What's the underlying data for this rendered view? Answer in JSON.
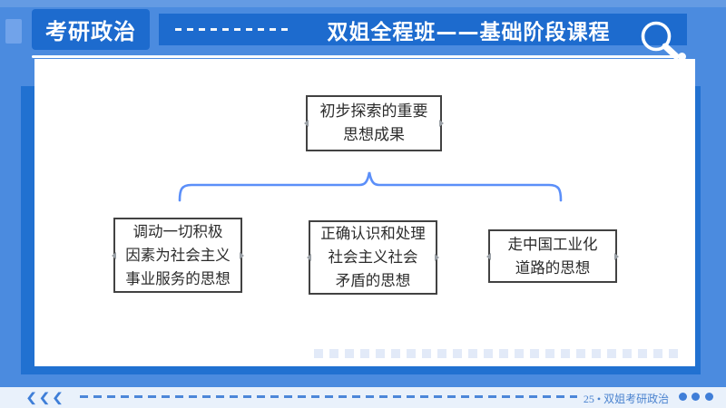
{
  "header": {
    "badge": "考研政治",
    "course_title": "双姐全程班——基础阶段课程"
  },
  "diagram": {
    "root": {
      "lines": [
        "初步探索的重要",
        "思想成果"
      ]
    },
    "children": [
      {
        "lines": [
          "调动一切积极",
          "因素为社会主义",
          "事业服务的思想"
        ]
      },
      {
        "lines": [
          "正确认识和处理",
          "社会主义社会",
          "矛盾的思想"
        ]
      },
      {
        "lines": [
          "走中国工业化",
          "道路的思想"
        ]
      }
    ]
  },
  "footer": {
    "chevrons": "❮❮❮",
    "page_label": "25 • 双姐考研政治"
  },
  "colors": {
    "background": "#4b8bdf",
    "accent_dark_blue": "#1d6bce",
    "card_shadow_blue": "#2171d1",
    "card_bg": "#ffffff",
    "brace_blue": "#5b8ff9",
    "box_border": "#424242",
    "box_text": "#2b2b2b",
    "footer_bar_bg": "#e9f1fb",
    "footer_blue": "#4c87d9",
    "squares_strip": "#e2eaf8"
  }
}
